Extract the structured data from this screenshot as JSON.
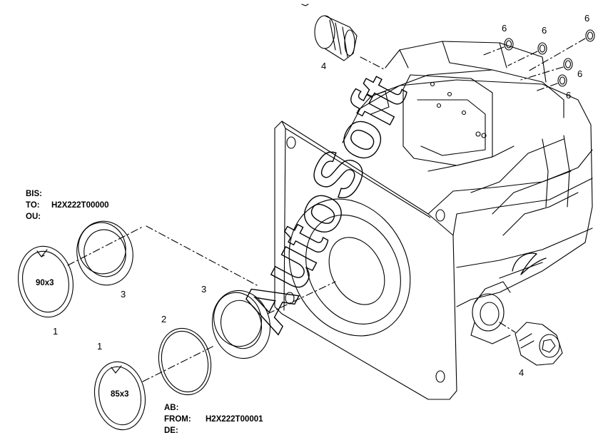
{
  "callouts": {
    "c4_top": "4",
    "c4_bottom": "4",
    "c6": [
      "6",
      "6",
      "6",
      "6",
      "6"
    ],
    "c3_upper": "3",
    "c3_lower": "3",
    "c2": "2",
    "c1_upper": "1",
    "c1_lower": "1"
  },
  "ring_labels": {
    "upper": "90x3",
    "lower": "85x3"
  },
  "serial_upper": {
    "line1": "BIS:",
    "line2": "TO:",
    "line3": "OU:",
    "serial": "H2X222T00000"
  },
  "serial_lower": {
    "line1": "AB:",
    "line2": "FROM:",
    "line3": "DE:",
    "serial": "H2X222T00001"
  },
  "watermark": "AutoSoft"
}
